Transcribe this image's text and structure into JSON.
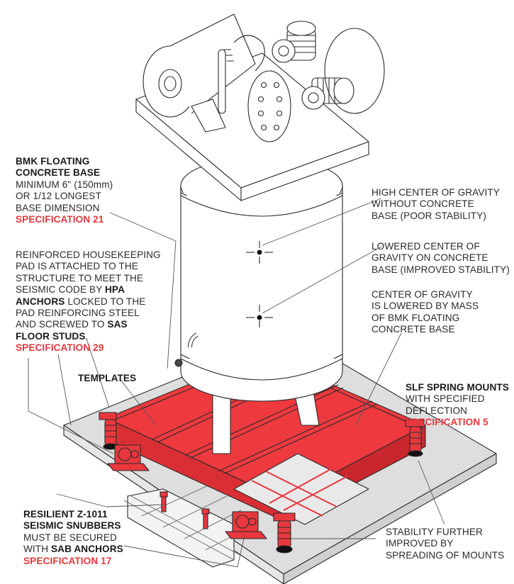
{
  "colors": {
    "accent_red": "#e8383d",
    "frame_red": "#ee3a3f",
    "concrete_gray": "#dedede",
    "line": "#2a2a2a",
    "text": "#2b2b2b"
  },
  "labels": {
    "bmk_base": {
      "title_lines": [
        "BMK FLOATING",
        "CONCRETE BASE"
      ],
      "body_lines": [
        "MINIMUM 6\" (150mm)",
        "OR 1/12 LONGEST",
        "BASE DIMENSION"
      ],
      "spec": "SPECIFICATION 21"
    },
    "housekeeping_pad": {
      "line1": "REINFORCED HOUSEKEEPING",
      "line2": "PAD IS ATTACHED TO THE",
      "line3": "STRUCTURE TO MEET THE",
      "line4_pre": "SEISMIC CODE BY ",
      "line4_bold": "HPA",
      "line5_bold": "ANCHORS",
      "line5_post": " LOCKED TO THE",
      "line6": "PAD REINFORCING STEEL",
      "line7_pre": "AND SCREWED TO ",
      "line7_bold": "SAS",
      "line8_bold": "FLOOR STUDS",
      "line8_post": ".",
      "spec": "SPECIFICATION 29"
    },
    "templates": {
      "title": "TEMPLATES"
    },
    "snubbers": {
      "title_lines": [
        "RESILIENT Z-1011",
        "SEISMIC SNUBBERS"
      ],
      "line3": "MUST BE SECURED",
      "line4_pre": "WITH ",
      "line4_bold": "SAB ANCHORS",
      "spec": "SPECIFICATION 17"
    },
    "high_cog": {
      "lines": [
        "HIGH CENTER OF GRAVITY",
        "WITHOUT CONCRETE",
        "BASE (POOR STABILITY)"
      ]
    },
    "lowered_cog": {
      "lines": [
        "LOWERED CENTER OF",
        "GRAVITY ON CONCRETE",
        "BASE (IMPROVED STABILITY)"
      ]
    },
    "cog_mass": {
      "lines": [
        "CENTER OF GRAVITY",
        "IS LOWERED BY MASS",
        "OF BMK FLOATING",
        "CONCRETE BASE"
      ]
    },
    "spring_mounts": {
      "title": "SLF SPRING MOUNTS",
      "body_lines": [
        "WITH SPECIFIED",
        "DEFLECTION"
      ],
      "spec": "SPECIFICATION 5"
    },
    "stability": {
      "lines": [
        "STABILITY FURTHER",
        "IMPROVED BY",
        "SPREADING OF MOUNTS"
      ]
    }
  },
  "icons": {
    "cog_markers": [
      "center-of-gravity-high-marker",
      "center-of-gravity-low-marker"
    ]
  }
}
